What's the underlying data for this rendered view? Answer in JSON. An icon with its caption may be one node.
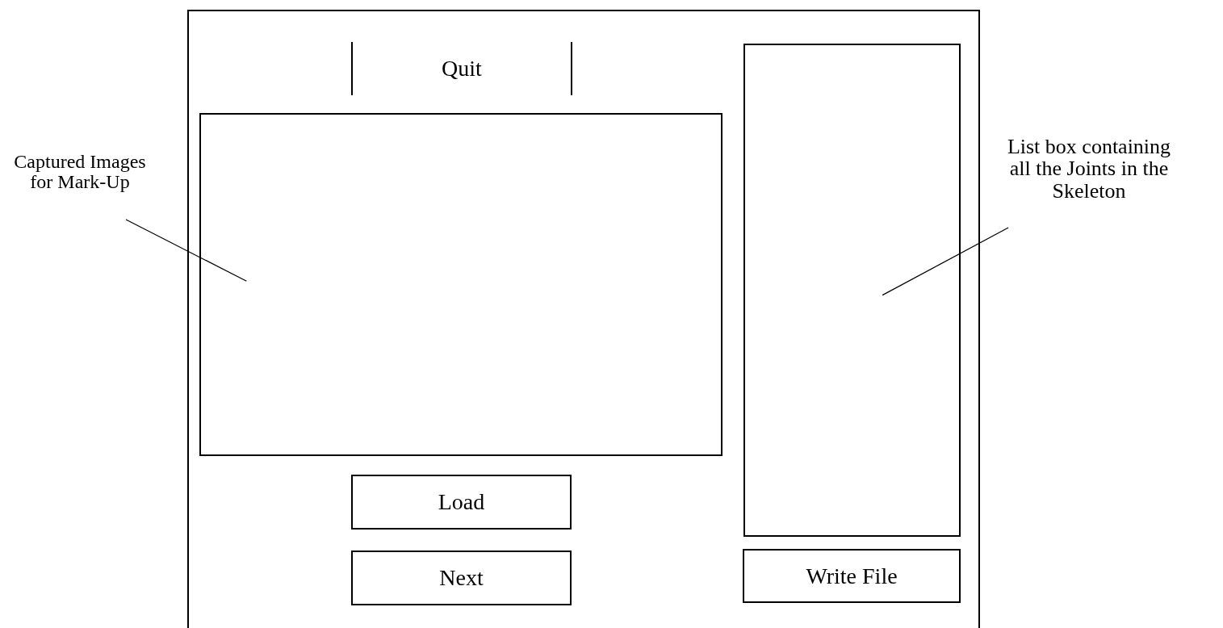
{
  "diagram": {
    "nodes": [
      {
        "text": [],
        "shape": "box"
      },
      {
        "text": [
          "Quit"
        ],
        "in": 0
      },
      {
        "text": [],
        "shape": "box",
        "in": 0
      },
      {
        "text": [
          "Load"
        ],
        "in": 0
      },
      {
        "text": [
          "Next"
        ],
        "in": 0
      },
      {
        "text": [],
        "shape": "box",
        "in": 0
      },
      {
        "text": [
          "Write File"
        ],
        "in": 0
      },
      {
        "text": [
          "Captured Images for Mark-Up"
        ]
      },
      {
        "text": [
          "List box containing all the Joints in the Skeleton"
        ]
      }
    ],
    "edges": [
      {
        "from": 7,
        "to": 2,
        "arrow": "none"
      },
      {
        "from": 8,
        "to": 5,
        "arrow": "none"
      }
    ]
  }
}
